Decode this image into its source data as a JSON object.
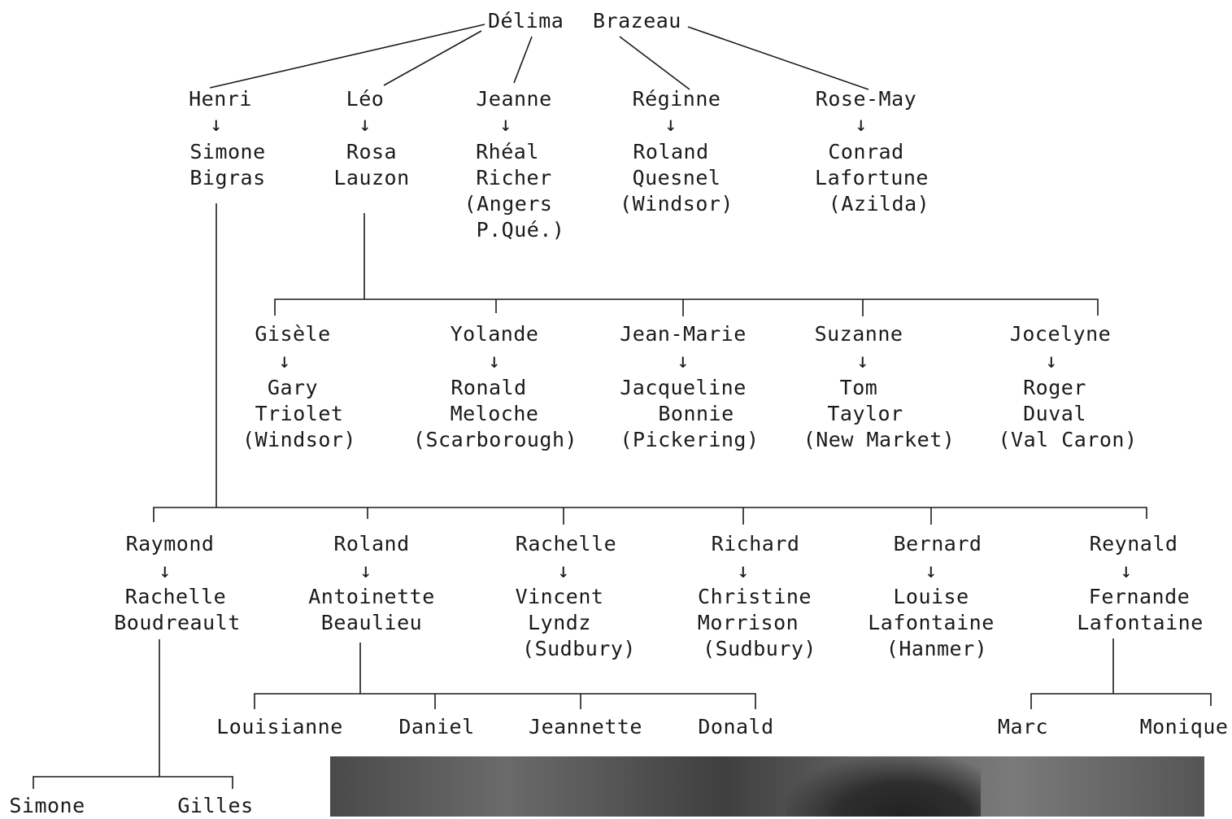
{
  "root": {
    "first": "Délima",
    "last": "Brazeau"
  },
  "gen1": [
    {
      "name": "Henri",
      "spouse": [
        "Simone",
        "Bigras"
      ]
    },
    {
      "name": "Léo",
      "spouse": [
        "Rosa",
        "Lauzon"
      ]
    },
    {
      "name": "Jeanne",
      "spouse": [
        "Rhéal",
        "Richer",
        "(Angers",
        "P.Qué.)"
      ]
    },
    {
      "name": "Réginne",
      "spouse": [
        "Roland",
        "Quesnel",
        "(Windsor)"
      ]
    },
    {
      "name": "Rose-May",
      "spouse": [
        "Conrad",
        "Lafortune",
        "(Azilda)"
      ]
    }
  ],
  "leo_children": [
    {
      "name": "Gisèle",
      "spouse": [
        "Gary",
        "Triolet",
        "(Windsor)"
      ]
    },
    {
      "name": "Yolande",
      "spouse": [
        "Ronald",
        "Meloche",
        "(Scarborough)"
      ]
    },
    {
      "name": "Jean-Marie",
      "spouse": [
        "Jacqueline",
        "Bonnie",
        "(Pickering)"
      ]
    },
    {
      "name": "Suzanne",
      "spouse": [
        "Tom",
        "Taylor",
        "(New Market)"
      ]
    },
    {
      "name": "Jocelyne",
      "spouse": [
        "Roger",
        "Duval",
        "(Val Caron)"
      ]
    }
  ],
  "henri_children": [
    {
      "name": "Raymond",
      "spouse": [
        "Rachelle",
        "Boudreault"
      ]
    },
    {
      "name": "Roland",
      "spouse": [
        "Antoinette",
        "Beaulieu"
      ]
    },
    {
      "name": "Rachelle",
      "spouse": [
        "Vincent",
        "Lyndz",
        "(Sudbury)"
      ]
    },
    {
      "name": "Richard",
      "spouse": [
        "Christine",
        "Morrison",
        "(Sudbury)"
      ]
    },
    {
      "name": "Bernard",
      "spouse": [
        "Louise",
        "Lafontaine",
        "(Hanmer)"
      ]
    },
    {
      "name": "Reynald",
      "spouse": [
        "Fernande",
        "Lafontaine"
      ]
    }
  ],
  "roland_children": [
    "Louisianne",
    "Daniel",
    "Jeannette",
    "Donald"
  ],
  "reynald_children": [
    "Marc",
    "Monique"
  ],
  "raymond_children": [
    "Simone",
    "Gilles"
  ],
  "arrow": "↓",
  "colors": {
    "ink": "#1a1a1a",
    "paper": "#ffffff"
  }
}
